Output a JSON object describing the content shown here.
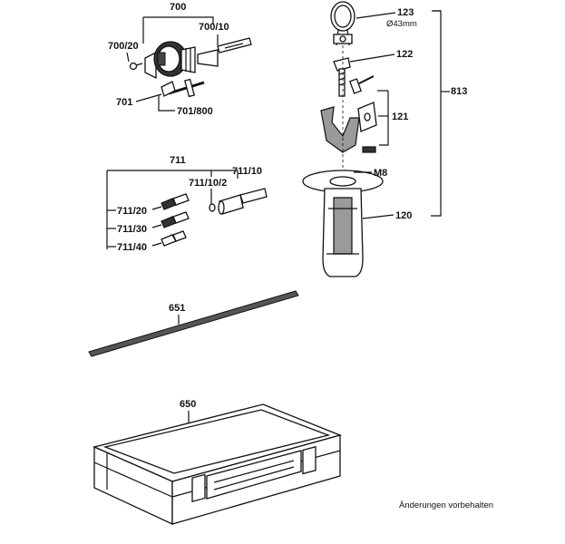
{
  "labels": {
    "chuck_set": "700",
    "chuck_adapter": "700/10",
    "chuck_screw": "700/20",
    "chuck_key": "701",
    "chuck_key_holder": "701/800",
    "bit_set": "711",
    "bit_adapter": "711/10",
    "bit_washer": "711/10/2",
    "bit_1": "711/20",
    "bit_2": "711/30",
    "bit_3": "711/40",
    "depth_rod": "651",
    "case": "650",
    "clamp_band": "123",
    "clamp_diameter": "Ø43mm",
    "clamp_screw": "122",
    "clamp_jaw": "121",
    "handle_thread": "M8",
    "handle": "120",
    "handle_assembly": "813"
  },
  "footer_note": "Änderungen vorbehalten"
}
